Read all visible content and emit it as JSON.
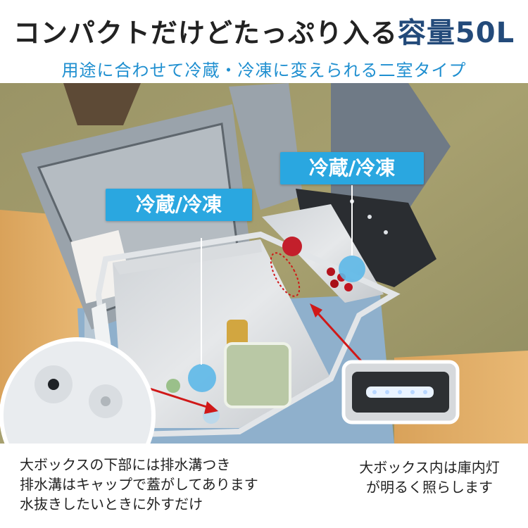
{
  "headline": {
    "main": "コンパクトだけどたっぷり入る",
    "accent": "容量50L"
  },
  "subline": "用途に合わせて冷蔵・冷凍に変えられる二室タイプ",
  "callouts": {
    "large_compartment": "冷蔵/冷凍",
    "small_compartment": "冷蔵/冷凍"
  },
  "captions": {
    "drain": [
      "大ボックスの下部には排水溝つき",
      "排水溝はキャップで蓋がしてあります",
      "水抜きしたいときに外すだけ"
    ],
    "light": [
      "大ボックス内は庫内灯",
      "が明るく照らします"
    ]
  },
  "colors": {
    "accent_blue": "#2aa7e0",
    "headline_accent": "#234a7a",
    "subline": "#1f8fd0",
    "annotation_red": "#d01818"
  }
}
